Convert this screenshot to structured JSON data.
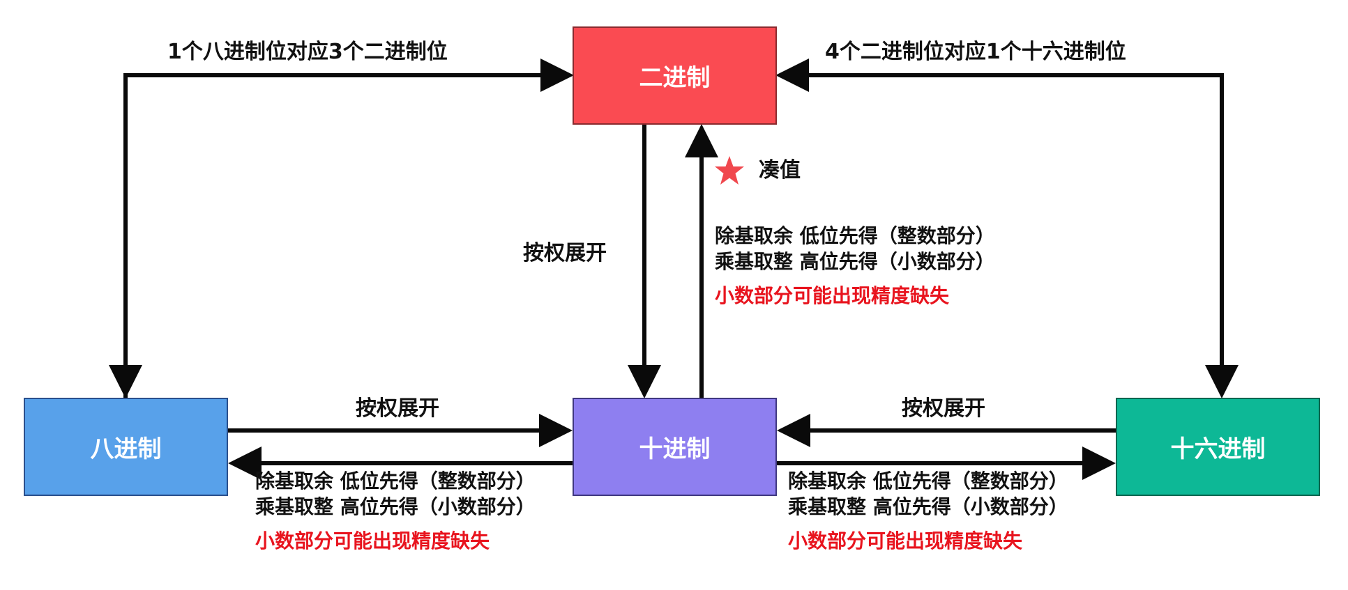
{
  "nodes": {
    "binary": {
      "label": "二进制",
      "color": "#fa4b52",
      "border": "#8a2a2e"
    },
    "octal": {
      "label": "八进制",
      "color": "#58a1ea",
      "border": "#2a4f8c"
    },
    "decimal": {
      "label": "十进制",
      "color": "#8e7ff0",
      "border": "#3f3780"
    },
    "hex": {
      "label": "十六进制",
      "color": "#0db896",
      "border": "#0b6650"
    }
  },
  "edges": {
    "octal_to_binary": {
      "label": "1个八进制位对应3个二进制位"
    },
    "binary_to_hex": {
      "label": "4个二进制位对应1个十六进制位"
    },
    "binary_to_decimal": {
      "label": "按权展开"
    },
    "decimal_to_binary": {
      "highlight": "凑值",
      "highlight_icon": "star-icon",
      "lines": [
        "除基取余 低位先得（整数部分）",
        "乘基取整 高位先得（小数部分）"
      ],
      "warning": "小数部分可能出现精度缺失"
    },
    "octal_to_decimal": {
      "label": "按权展开"
    },
    "decimal_to_octal": {
      "lines": [
        "除基取余 低位先得（整数部分）",
        "乘基取整 高位先得（小数部分）"
      ],
      "warning": "小数部分可能出现精度缺失"
    },
    "hex_to_decimal": {
      "label": "按权展开"
    },
    "decimal_to_hex": {
      "lines": [
        "除基取余 低位先得（整数部分）",
        "乘基取整 高位先得（小数部分）"
      ],
      "warning": "小数部分可能出现精度缺失"
    }
  },
  "colors": {
    "arrow": "#0a0a0a",
    "warning": "#e8141e",
    "star": "#f0484e"
  }
}
